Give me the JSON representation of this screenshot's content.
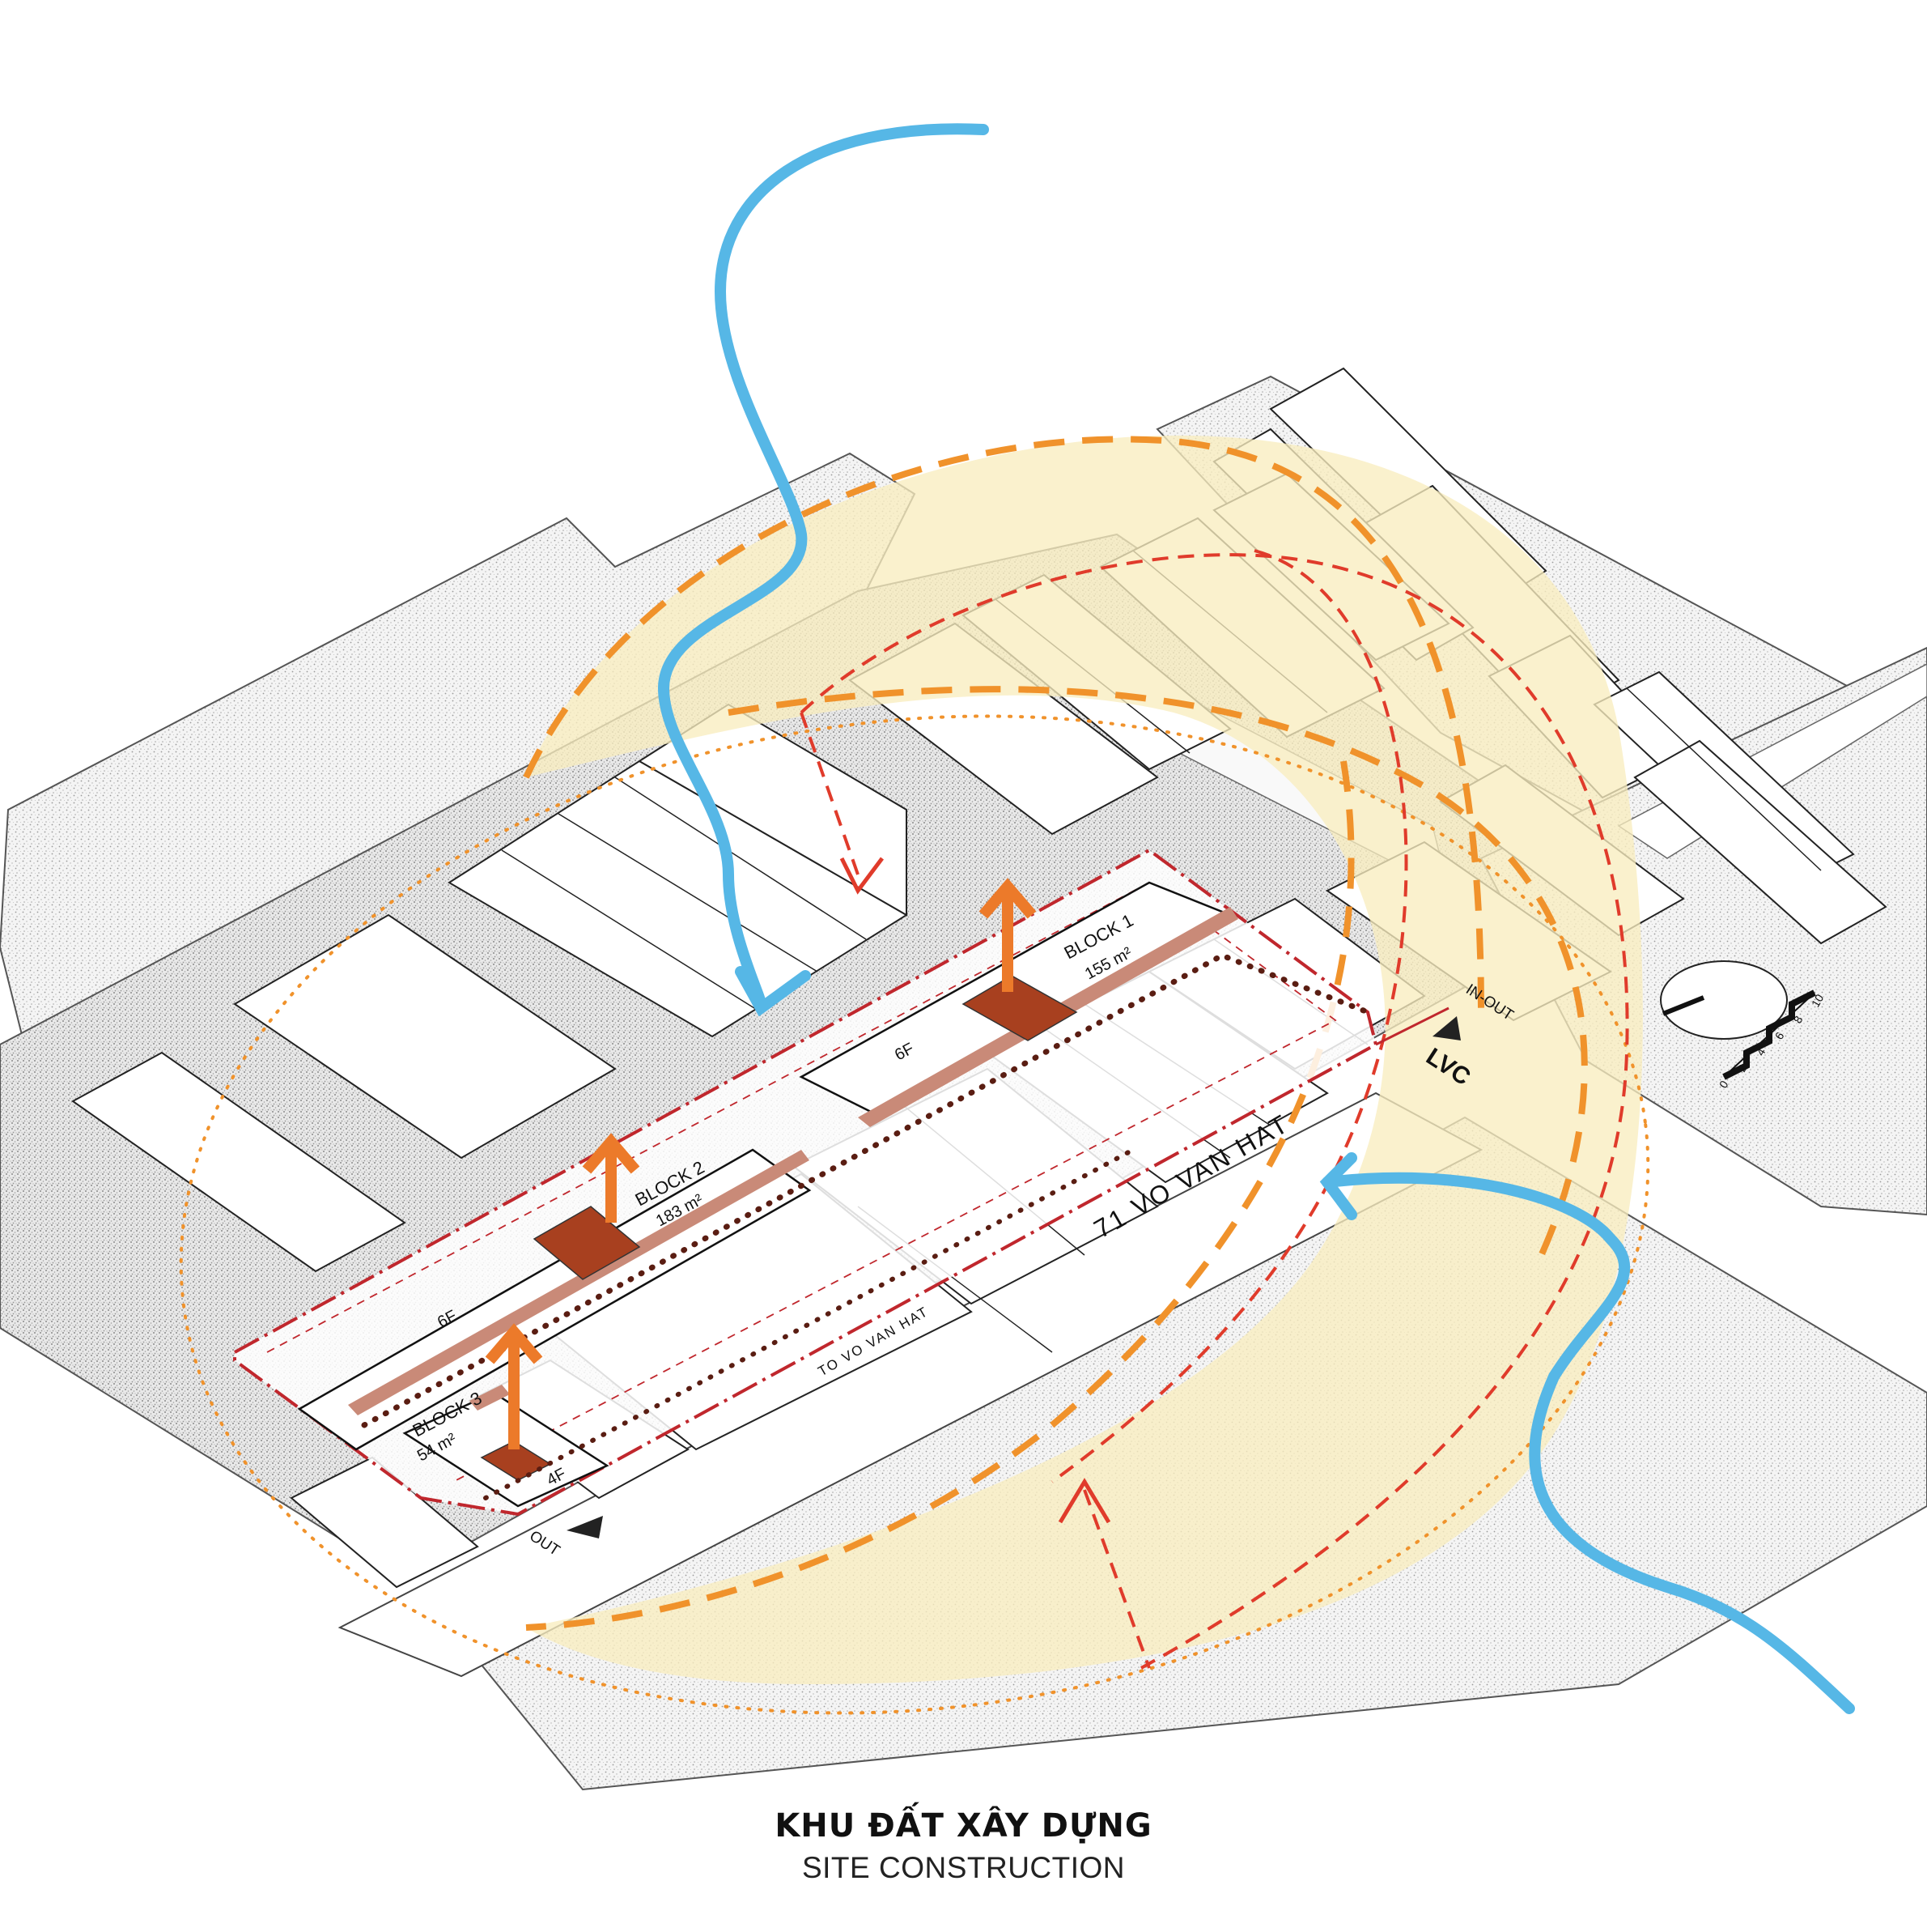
{
  "title": "KHU ĐẤT XÂY DỰNG",
  "subtitle": "SITE CONSTRUCTION",
  "blocks": [
    {
      "name": "BLOCK 1",
      "area": "155 m²",
      "floors": "6F"
    },
    {
      "name": "BLOCK 2",
      "area": "183 m²",
      "floors": "6F"
    },
    {
      "name": "BLOCK 3",
      "area": "54 m²",
      "floors": "4F"
    }
  ],
  "streets": {
    "main": "71 VO VAN HAT",
    "secondary": "TO VO VAN HAT"
  },
  "access": {
    "in_out": "IN-OUT",
    "out": "OUT",
    "lvc": "LVC"
  },
  "scale_bar": {
    "ticks": [
      "0",
      "2",
      "4",
      "6",
      "8",
      "10"
    ]
  },
  "colors": {
    "wind_arrow": "#56b7e6",
    "sun_zone_fill": "#f8edbf",
    "sun_path_dashed": "#f0922b",
    "shade_dashed": "#e03b2b",
    "site_boundary": "#c0272d",
    "vertical_arrow": "#ec7a2a",
    "core": "#a8401f",
    "balcony_strip": "#c98a78",
    "ground_texture": "#cccccc"
  },
  "icons": {
    "north_arrow": "north-arrow-icon",
    "entry_marker": "triangle-marker-icon",
    "scale": "scale-bar-icon"
  }
}
